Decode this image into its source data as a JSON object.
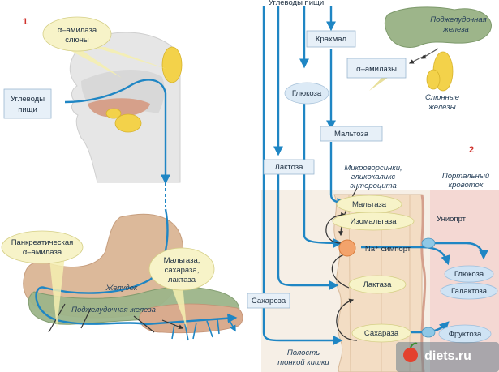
{
  "panel1": {
    "number": "1",
    "saliva_amylase": [
      "α–амилаза",
      "слюны"
    ],
    "dietary_carbs": [
      "Углеводы",
      "пищи"
    ],
    "pancreatic_amylase": [
      "Панкреатическая",
      "α–амилаза"
    ],
    "disaccharidases": [
      "Мальтаза,",
      "сахараза,",
      "лактаза"
    ],
    "stomach": "Желудок",
    "pancreas": "Поджелудочная железа"
  },
  "panel2": {
    "number": "2",
    "dietary_carbs": "Углеводы пищи",
    "pancreas": [
      "Поджелудочная",
      "железа"
    ],
    "starch": "Крахмал",
    "alpha_amylases": "α–амилазы",
    "salivary_glands": [
      "Слюнные",
      "железы"
    ],
    "glucose_top": "Глюкоза",
    "maltose": "Мальтоза",
    "lactose": "Лактоза",
    "microvilli": [
      "Микроворсинки,",
      "гликокаликс",
      "энтероцита"
    ],
    "portal_bloodstream": [
      "Портальный",
      "кровоток"
    ],
    "maltase": "Мальтаза",
    "isomaltase": "Изомальтаза",
    "uniport": "Униопрт",
    "na_symport": "Na⁺ симпорт",
    "glucose_blood": "Глюкоза",
    "galactose": "Галактоза",
    "lactase": "Лактаза",
    "sucrose": "Сахароза",
    "sucrase": "Сахараза",
    "fructose": "Фруктоза",
    "intestine_cavity": [
      "Полость",
      "тонкой кишки"
    ]
  },
  "watermark": "diets.ru",
  "colors": {
    "flow": "#1f86c4",
    "tissue": "#dcb99a",
    "pancreas": "#9db58a",
    "gland": "#f3d24a",
    "label": "#d0322d"
  }
}
